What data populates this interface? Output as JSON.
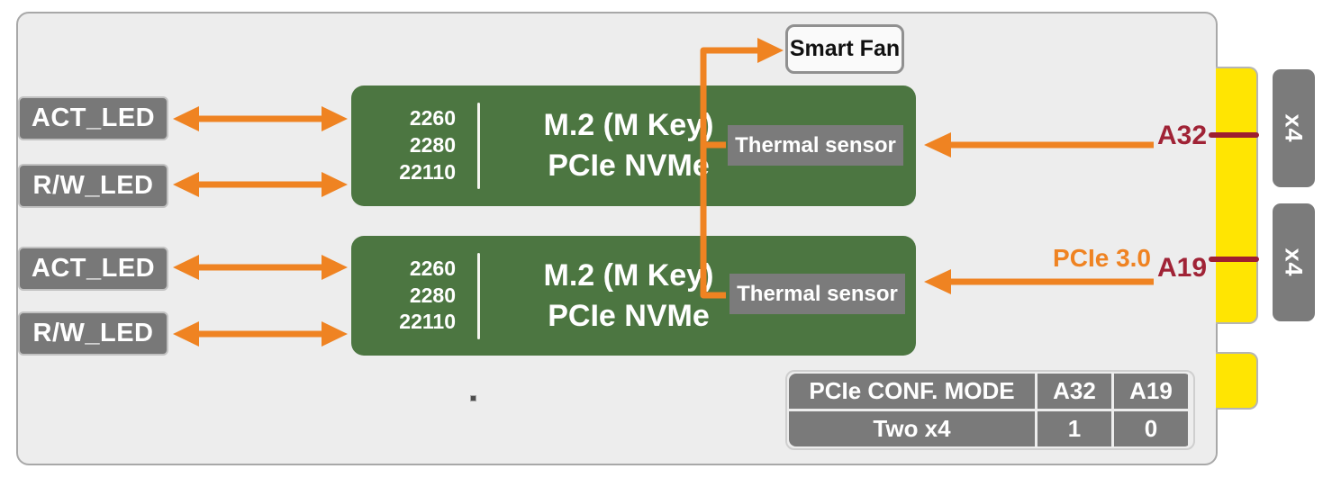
{
  "diagram": {
    "leds": [
      {
        "label": "ACT_LED"
      },
      {
        "label": "R/W_LED"
      },
      {
        "label": "ACT_LED"
      },
      {
        "label": "R/W_LED"
      }
    ],
    "slots": [
      {
        "sizes": [
          "2260",
          "2280",
          "22110"
        ],
        "title": [
          "M.2 (M Key)",
          "PCIe NVMe"
        ],
        "sensor": "Thermal sensor"
      },
      {
        "sizes": [
          "2260",
          "2280",
          "22110"
        ],
        "title": [
          "M.2 (M Key)",
          "PCIe NVMe"
        ],
        "sensor": "Thermal sensor"
      }
    ],
    "smart_fan": "Smart Fan",
    "pcie_label": "PCIe 3.0",
    "pins": {
      "top": "A32",
      "bottom": "A19"
    },
    "connectors": [
      {
        "label": "x4"
      },
      {
        "label": "x4"
      }
    ],
    "table": {
      "headers": [
        "PCIe CONF. MODE",
        "A32",
        "A19"
      ],
      "row": [
        "Two x4",
        "1",
        "0"
      ]
    },
    "colors": {
      "orange": "#ef8322",
      "slot_green": "#4c7641",
      "box_gray": "#787878",
      "connector_yellow": "#ffe502",
      "pin_dark_red": "#a02336",
      "board_bg": "#ededed"
    }
  }
}
